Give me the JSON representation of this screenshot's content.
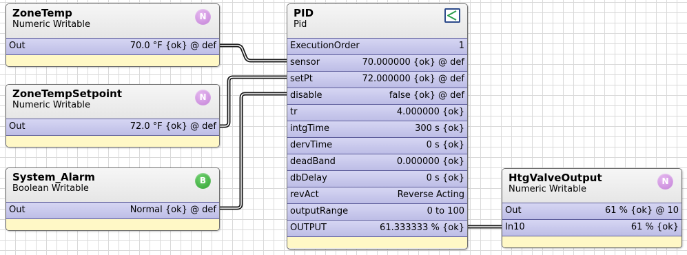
{
  "colors": {
    "slot_bg": "#c8c8ec",
    "slot_border": "#5d5d9b",
    "footer_bg": "#fff8c6",
    "numeric_badge": "#c98ede",
    "boolean_badge": "#3cb43c",
    "wire": "#1a1a1a",
    "grid": "#d9d9d9"
  },
  "blocks": {
    "zone_temp": {
      "title": "ZoneTemp",
      "subtitle": "Numeric Writable",
      "badge": "N",
      "badge_icon": "numeric-badge-icon",
      "slots": [
        {
          "name": "Out",
          "value": "70.0 °F {ok} @ def"
        }
      ]
    },
    "zone_temp_setpoint": {
      "title": "ZoneTempSetpoint",
      "subtitle": "Numeric Writable",
      "badge": "N",
      "badge_icon": "numeric-badge-icon",
      "slots": [
        {
          "name": "Out",
          "value": "72.0 °F {ok} @ def"
        }
      ]
    },
    "system_alarm": {
      "title": "System_Alarm",
      "subtitle": "Boolean Writable",
      "badge": "B",
      "badge_icon": "boolean-badge-icon",
      "slots": [
        {
          "name": "Out",
          "value": "Normal {ok} @ def"
        }
      ]
    },
    "pid": {
      "title": "PID",
      "subtitle": "Pid",
      "icon": "pid-loop-icon",
      "slots": [
        {
          "name": "ExecutionOrder",
          "value": "1"
        },
        {
          "name": "sensor",
          "value": "70.000000 {ok} @ def"
        },
        {
          "name": "setPt",
          "value": "72.000000 {ok} @ def"
        },
        {
          "name": "disable",
          "value": "false {ok} @ def"
        },
        {
          "name": "tr",
          "value": "4.000000 {ok}"
        },
        {
          "name": "intgTime",
          "value": "300 s {ok}"
        },
        {
          "name": "dervTime",
          "value": "0 s {ok}"
        },
        {
          "name": "deadBand",
          "value": "0.000000 {ok}"
        },
        {
          "name": "dbDelay",
          "value": "0 s {ok}"
        },
        {
          "name": "revAct",
          "value": "Reverse Acting"
        },
        {
          "name": "outputRange",
          "value": "0 to 100"
        },
        {
          "name": "OUTPUT",
          "value": "61.333333 % {ok}"
        }
      ]
    },
    "htg_valve_output": {
      "title": "HtgValveOutput",
      "subtitle": "Numeric Writable",
      "badge": "N",
      "badge_icon": "numeric-badge-icon",
      "slots": [
        {
          "name": "Out",
          "value": "61 % {ok} @ 10"
        },
        {
          "name": "In10",
          "value": "61 % {ok}"
        }
      ]
    }
  },
  "links": [
    {
      "from": "ZoneTemp.Out",
      "to": "PID.sensor"
    },
    {
      "from": "ZoneTempSetpoint.Out",
      "to": "PID.setPt"
    },
    {
      "from": "System_Alarm.Out",
      "to": "PID.disable"
    },
    {
      "from": "PID.OUTPUT",
      "to": "HtgValveOutput.In10"
    }
  ]
}
